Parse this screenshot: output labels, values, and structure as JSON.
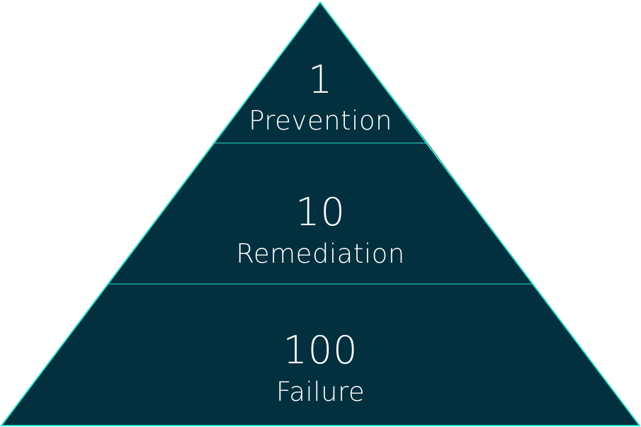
{
  "colors": {
    "fill": "#03303f",
    "outline": "#2de2c9",
    "text": "#ffffff"
  },
  "tiers": [
    {
      "value": "1",
      "name": "Prevention"
    },
    {
      "value": "10",
      "name": "Remediation"
    },
    {
      "value": "100",
      "name": "Failure"
    }
  ]
}
